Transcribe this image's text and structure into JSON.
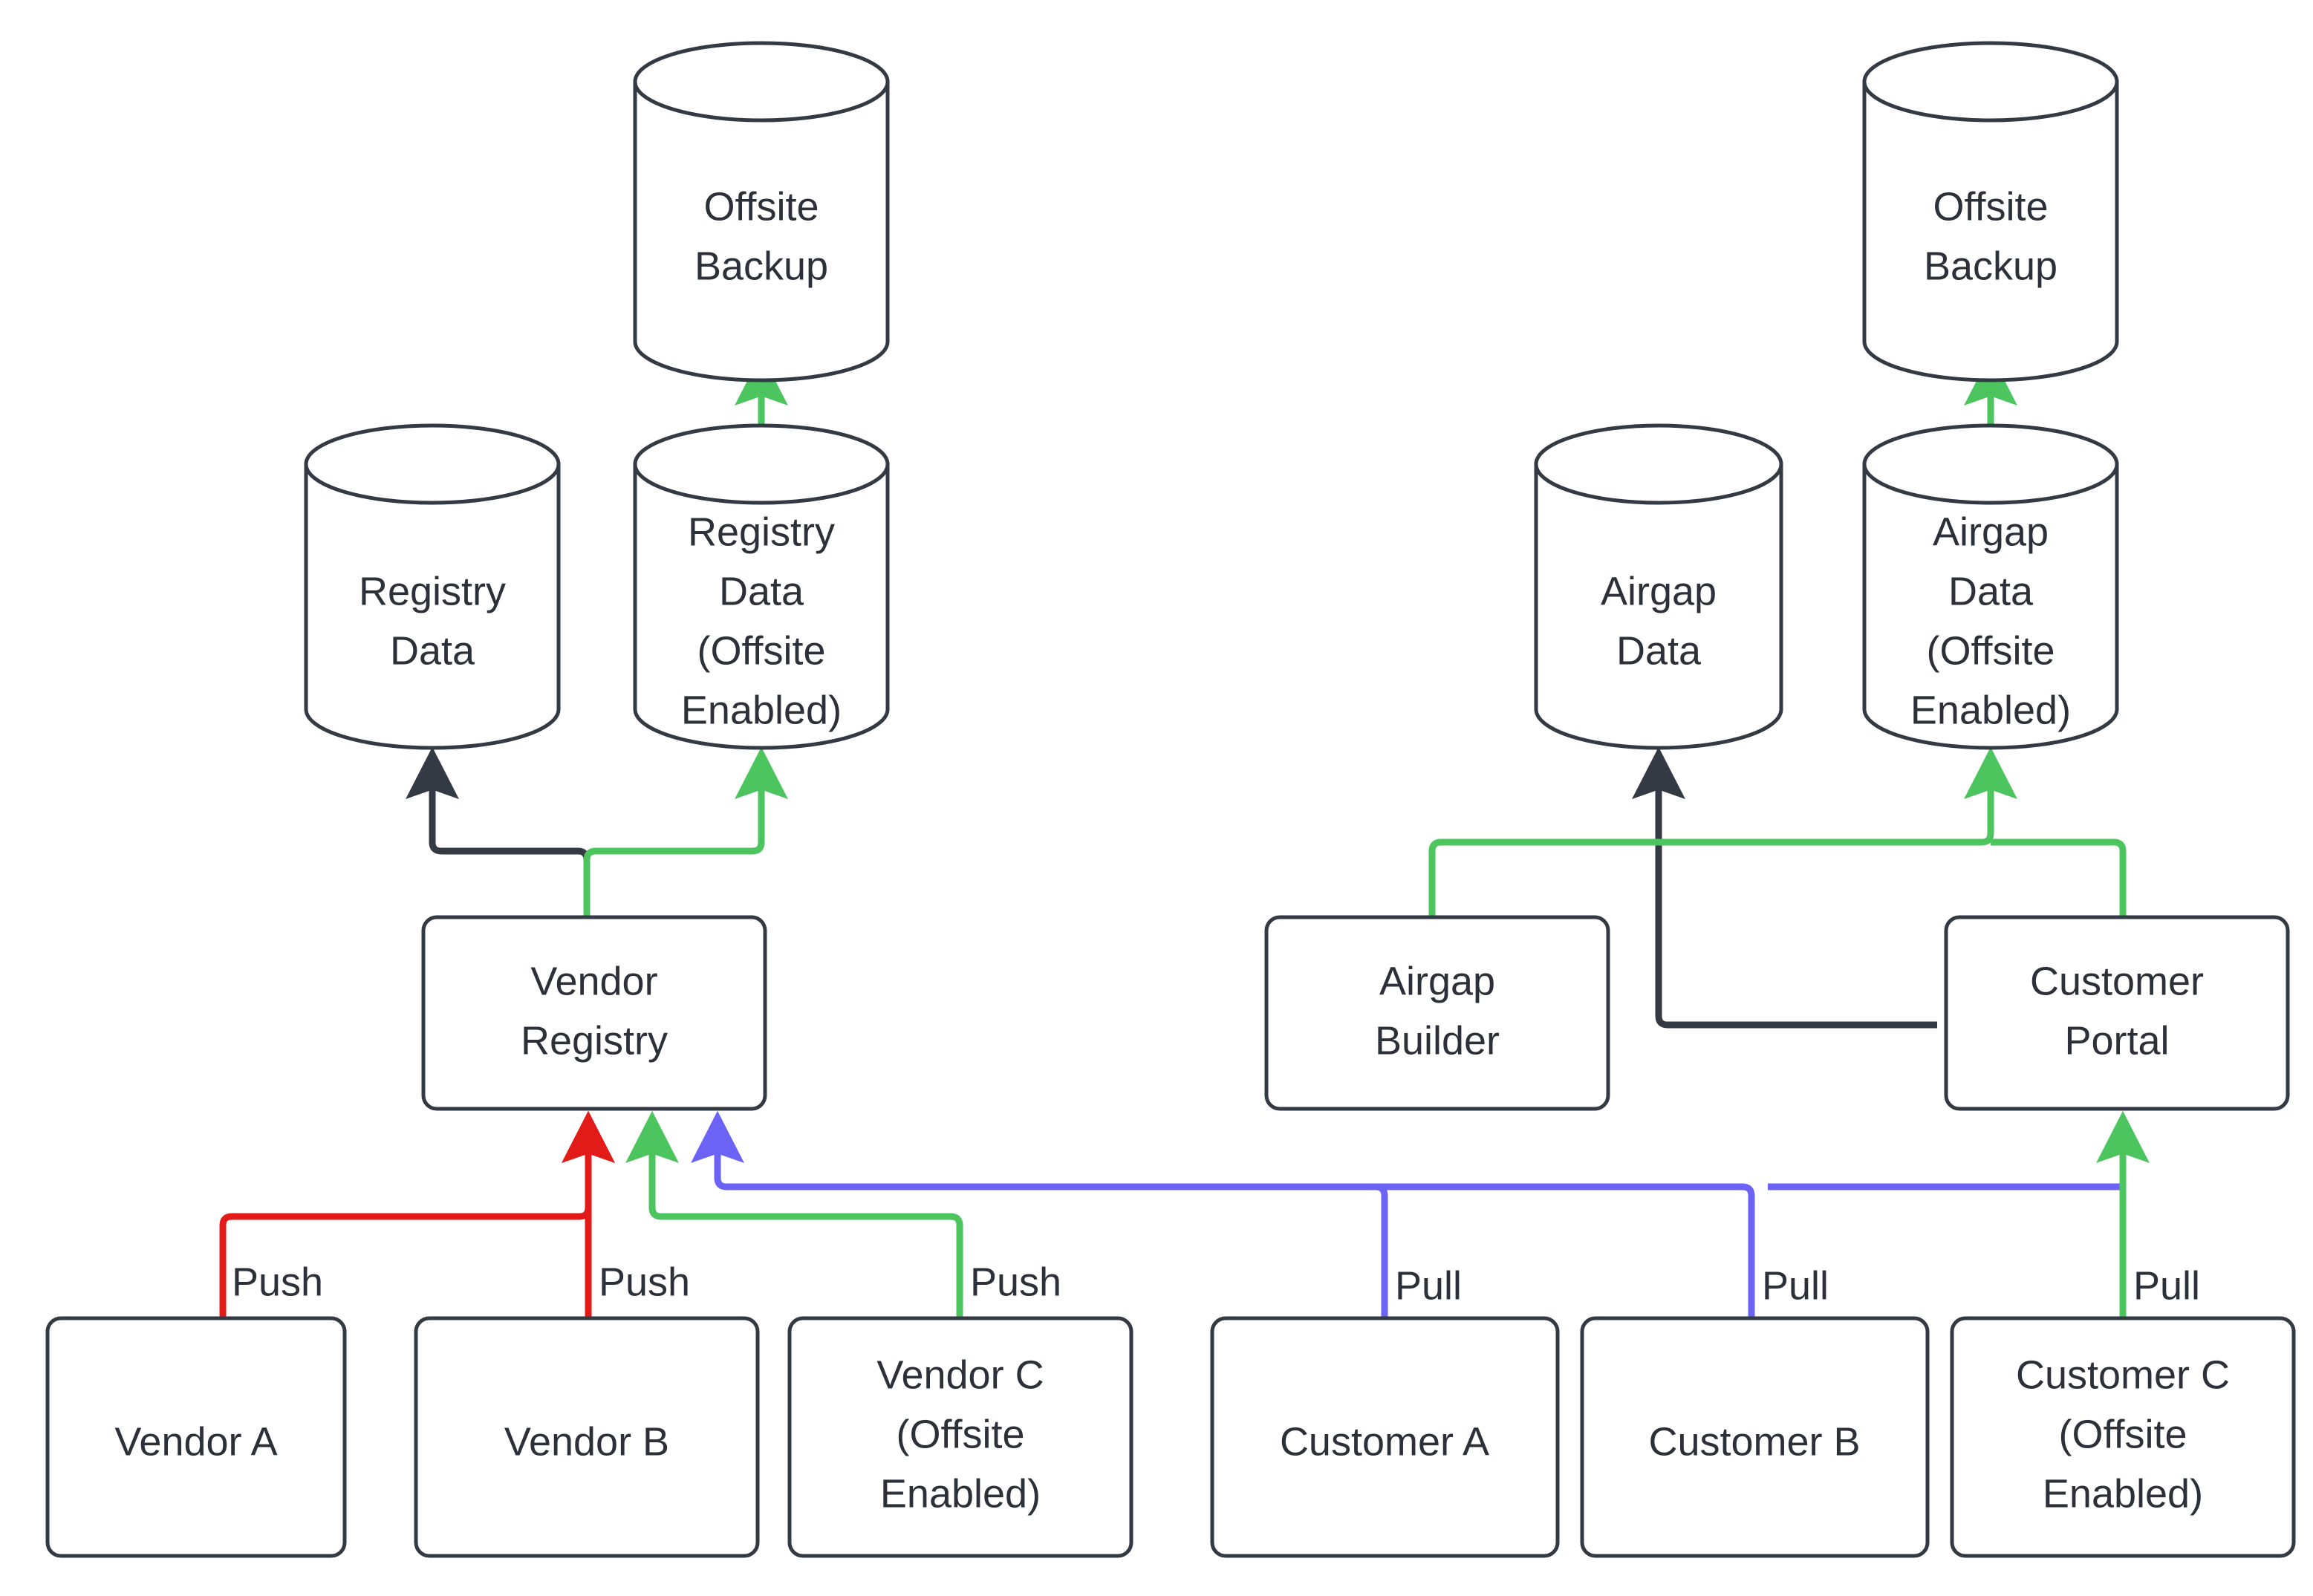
{
  "diagram": {
    "type": "flowchart",
    "background": "#ffffff",
    "colors": {
      "node_stroke": "#343a43",
      "node_fill": "#ffffff",
      "text": "#2c3038",
      "edge_default": "#343a43",
      "edge_green": "#4CC55F",
      "edge_red": "#E31B18",
      "edge_blue": "#6A63F5"
    },
    "nodes": {
      "offsite_backup_left": {
        "label": "Offsite\nBackup",
        "line1": "Offsite",
        "line2": "Backup",
        "shape": "cylinder"
      },
      "offsite_backup_right": {
        "label": "Offsite\nBackup",
        "line1": "Offsite",
        "line2": "Backup",
        "shape": "cylinder"
      },
      "registry_data": {
        "line1": "Registry",
        "line2": "Data",
        "shape": "cylinder"
      },
      "registry_data_offsite": {
        "line1": "Registry",
        "line2": "Data",
        "line3": "(Offsite",
        "line4": "Enabled)",
        "shape": "cylinder"
      },
      "airgap_data": {
        "line1": "Airgap",
        "line2": "Data",
        "shape": "cylinder"
      },
      "airgap_data_offsite": {
        "line1": "Airgap",
        "line2": "Data",
        "line3": "(Offsite",
        "line4": "Enabled)",
        "shape": "cylinder"
      },
      "vendor_registry": {
        "line1": "Vendor",
        "line2": "Registry",
        "shape": "rounded-rect"
      },
      "airgap_builder": {
        "line1": "Airgap",
        "line2": "Builder",
        "shape": "rounded-rect"
      },
      "customer_portal": {
        "line1": "Customer",
        "line2": "Portal",
        "shape": "rounded-rect"
      },
      "vendor_a": {
        "line1": "Vendor A",
        "shape": "rounded-rect"
      },
      "vendor_b": {
        "line1": "Vendor B",
        "shape": "rounded-rect"
      },
      "vendor_c": {
        "line1": "Vendor C",
        "line2": "(Offsite",
        "line3": "Enabled)",
        "shape": "rounded-rect"
      },
      "customer_a": {
        "line1": "Customer A",
        "shape": "rounded-rect"
      },
      "customer_b": {
        "line1": "Customer B",
        "shape": "rounded-rect"
      },
      "customer_c": {
        "line1": "Customer C",
        "line2": "(Offsite",
        "line3": "Enabled)",
        "shape": "rounded-rect"
      }
    },
    "edge_labels": {
      "push_a": "Push",
      "push_b": "Push",
      "push_c": "Push",
      "pull_a": "Pull",
      "pull_b": "Pull",
      "pull_c": "Pull"
    },
    "edges": [
      {
        "from": "vendor_a",
        "to": "vendor_registry",
        "label": "Push",
        "color": "#E31B18"
      },
      {
        "from": "vendor_b",
        "to": "vendor_registry",
        "label": "Push",
        "color": "#E31B18"
      },
      {
        "from": "vendor_c",
        "to": "vendor_registry",
        "label": "Push",
        "color": "#4CC55F"
      },
      {
        "from": "customer_a",
        "to": "vendor_registry",
        "label": "Pull",
        "color": "#6A63F5"
      },
      {
        "from": "customer_b",
        "to": "vendor_registry",
        "label": "Pull",
        "color": "#6A63F5"
      },
      {
        "from": "customer_c",
        "to": "customer_portal",
        "label": "Pull",
        "color": "#4CC55F"
      },
      {
        "from": "vendor_registry",
        "to": "registry_data",
        "label": "",
        "color": "#343a43"
      },
      {
        "from": "vendor_registry",
        "to": "registry_data_offsite",
        "label": "",
        "color": "#4CC55F"
      },
      {
        "from": "registry_data_offsite",
        "to": "offsite_backup_left",
        "label": "",
        "color": "#4CC55F"
      },
      {
        "from": "customer_portal",
        "to": "airgap_data",
        "label": "",
        "color": "#343a43"
      },
      {
        "from": "airgap_builder",
        "to": "airgap_data_offsite",
        "label": "",
        "color": "#4CC55F"
      },
      {
        "from": "customer_portal",
        "to": "airgap_data_offsite",
        "label": "",
        "color": "#4CC55F"
      },
      {
        "from": "airgap_data_offsite",
        "to": "offsite_backup_right",
        "label": "",
        "color": "#4CC55F"
      }
    ]
  }
}
